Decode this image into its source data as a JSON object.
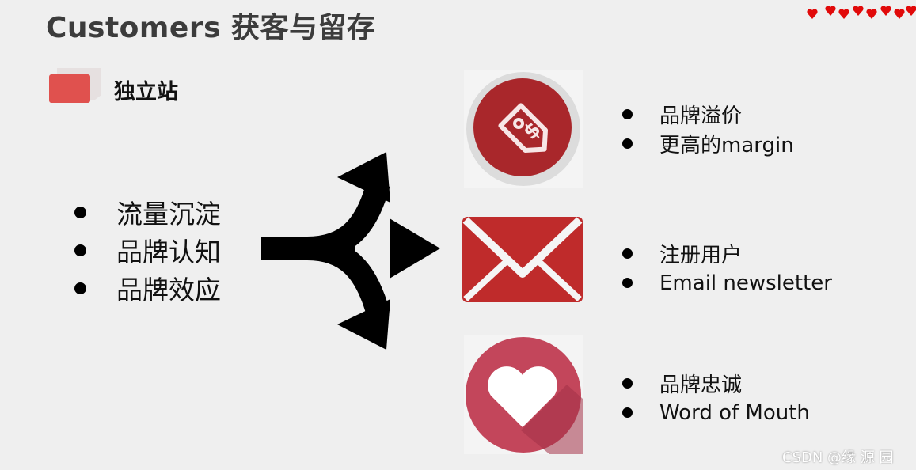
{
  "title": "Customers 获客与留存",
  "badge": {
    "label": "独立站"
  },
  "left_list": [
    "流量沉淀",
    "品牌认知",
    "品牌效应"
  ],
  "right_groups": [
    {
      "icon": "price-tag-icon",
      "items": [
        "品牌溢价",
        "更高的margin"
      ]
    },
    {
      "icon": "envelope-icon",
      "items": [
        "注册用户",
        "Email newsletter"
      ]
    },
    {
      "icon": "heart-icon",
      "items": [
        "品牌忠诚",
        "Word of Mouth"
      ]
    }
  ],
  "watermark": "CSDN @缘  源  园",
  "colors": {
    "accent_red": "#a9272b",
    "badge_red": "#e0514e",
    "heart_bg": "#c3465b",
    "arrow": "#000000"
  }
}
